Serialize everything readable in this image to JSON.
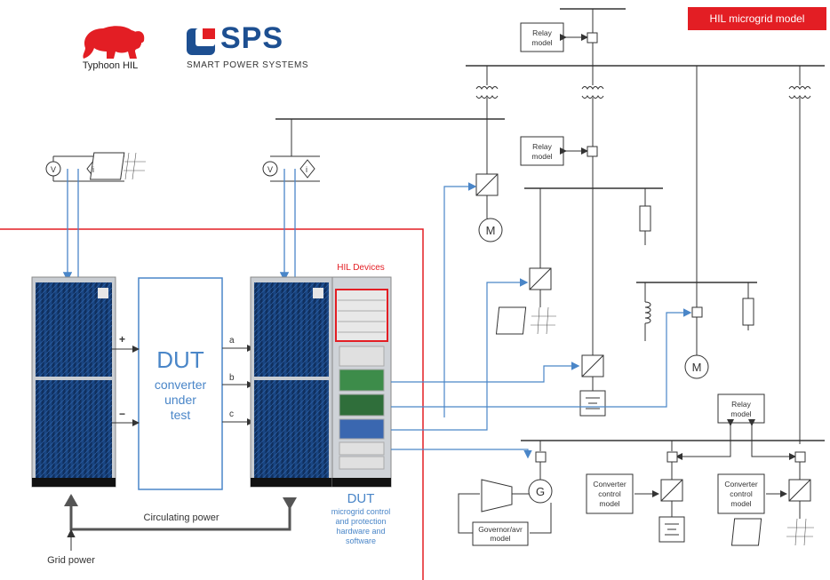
{
  "header": {
    "badge": "HIL microgrid model",
    "typhoon_logo_text": "Typhoon HIL",
    "sps_logo_text": "SPS",
    "sps_logo_subtitle": "SMART POWER SYSTEMS"
  },
  "left": {
    "plus": "+",
    "minus": "−",
    "dut_title": "DUT",
    "dut_line1": "converter",
    "dut_line2": "under",
    "dut_line3": "test",
    "phase_a": "a",
    "phase_b": "b",
    "phase_c": "c",
    "circulating_power": "Circulating power",
    "grid_power": "Grid power",
    "hil_devices": "HIL Devices",
    "dut2_title": "DUT",
    "dut2_line1": "microgrid control",
    "dut2_line2": "and protection",
    "dut2_line3": "hardware and",
    "dut2_line4": "software",
    "v_symbol": "V",
    "i_symbol": "i"
  },
  "right": {
    "relay_top_1": "Relay",
    "relay_top_2": "model",
    "relay_mid_1": "Relay",
    "relay_mid_2": "model",
    "relay_bot_1": "Relay",
    "relay_bot_2": "model",
    "motor": "M",
    "generator": "G",
    "governor_1": "Governor/avr",
    "governor_2": "model",
    "cc1_1": "Converter",
    "cc1_2": "control",
    "cc1_3": "model",
    "cc2_1": "Converter",
    "cc2_2": "control",
    "cc2_3": "model"
  },
  "colors": {
    "accent_red": "#e31e24",
    "signal_blue": "#4a86c8",
    "dut_blue": "#4a86c8",
    "line_dark": "#333333"
  }
}
